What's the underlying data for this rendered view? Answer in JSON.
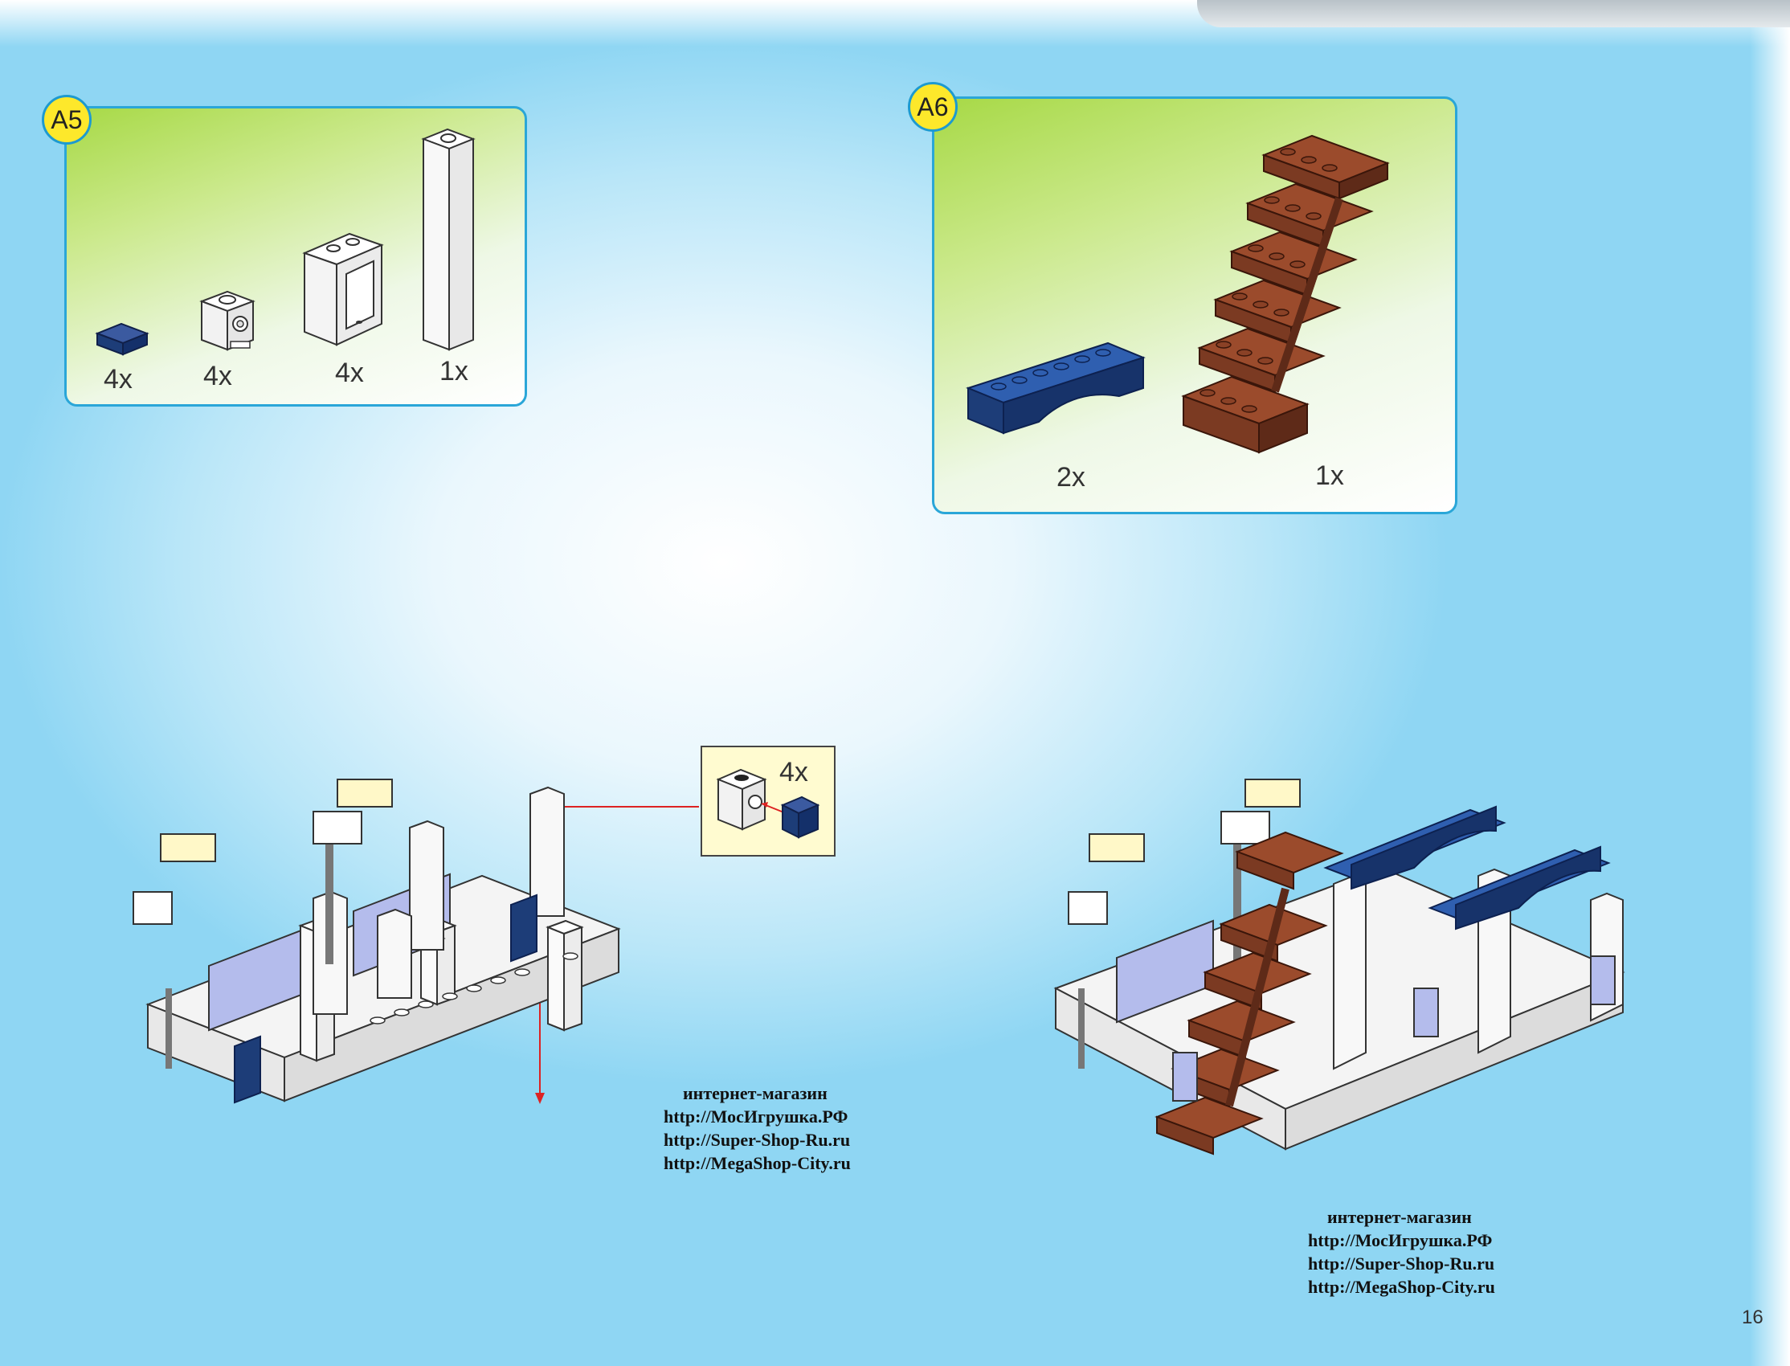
{
  "steps": [
    {
      "id": "A5",
      "parts": [
        {
          "qty": "4x",
          "part": "dark-blue-tile-icon"
        },
        {
          "qty": "4x",
          "part": "white-headlight-brick-icon"
        },
        {
          "qty": "4x",
          "part": "white-window-frame-icon"
        },
        {
          "qty": "1x",
          "part": "white-tall-column-icon"
        }
      ]
    },
    {
      "id": "A6",
      "parts": [
        {
          "qty": "2x",
          "part": "blue-arch-brick-icon"
        },
        {
          "qty": "1x",
          "part": "brown-staircase-icon"
        }
      ]
    }
  ],
  "callout": {
    "qty": "4x"
  },
  "watermark": {
    "title": "интернет-магазин",
    "links": [
      "http://МосИгрушка.РФ",
      "http://Super-Shop-Ru.ru",
      "http://MegaShop-City.ru"
    ]
  },
  "page_number": "16",
  "colors": {
    "panel_border": "#2aa6d8",
    "badge": "#fde82b",
    "brown": "#7b3a22",
    "dark_blue": "#1d3d78",
    "callout_bg": "#fffbd0"
  }
}
